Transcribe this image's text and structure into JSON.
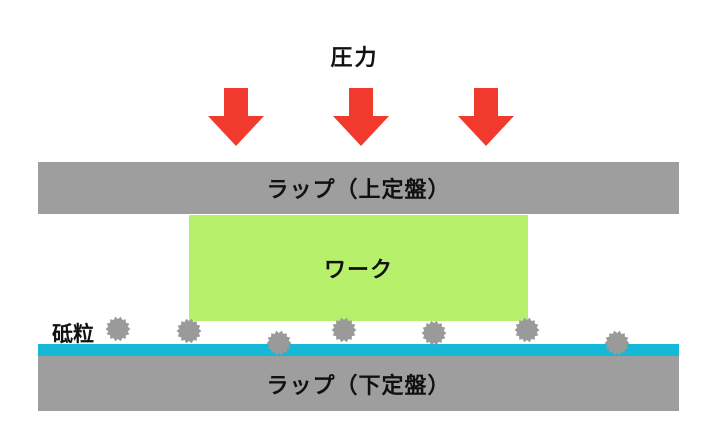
{
  "labels": {
    "pressure": "圧力",
    "upper_plate": "ラップ（上定盤）",
    "workpiece": "ワーク",
    "lower_plate": "ラップ（下定盤）",
    "abrasive": "砥粒"
  },
  "colors": {
    "arrow": "#f03a2e",
    "plate": "#9e9e9e",
    "workpiece": "#b7f06a",
    "lap_film": "#16b8d8",
    "grain": "#9a9a9a"
  },
  "icons": {
    "arrow": "down-arrow-icon",
    "grain": "abrasive-grain-icon"
  }
}
